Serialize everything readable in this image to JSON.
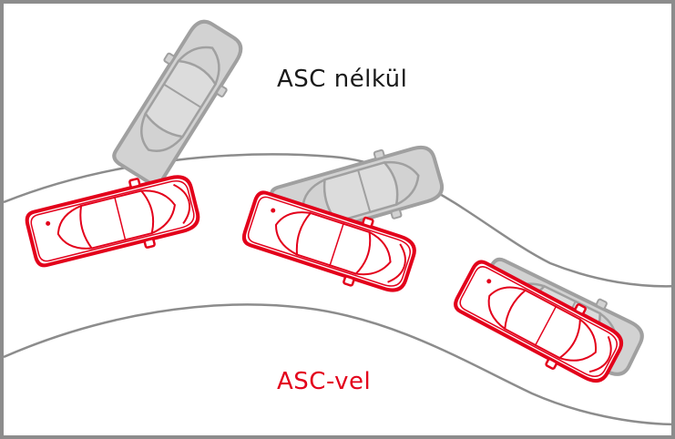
{
  "labels": {
    "without_asc": "ASC nélkül",
    "with_asc": "ASC-vel"
  },
  "colors": {
    "frame": "#8c8c8c",
    "road_line": "#8c8c8c",
    "ghost_fill": "#d2d2d2",
    "ghost_stroke": "#a0a0a0",
    "car_fill": "#ffffff",
    "car_stroke": "#e3001b",
    "label_without": "#1a1a1a",
    "label_with": "#e3001b"
  },
  "cars": [
    {
      "id": "left",
      "ghost_label": "ghost-car-left",
      "asc_label": "asc-car-left"
    },
    {
      "id": "middle",
      "ghost_label": "ghost-car-middle",
      "asc_label": "asc-car-middle"
    },
    {
      "id": "right",
      "ghost_label": "ghost-car-right",
      "asc_label": "asc-car-right"
    }
  ]
}
